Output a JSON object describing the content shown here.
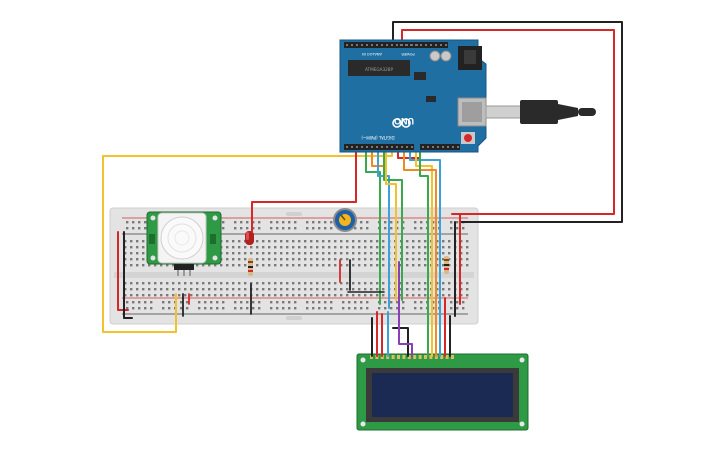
{
  "arduino": {
    "model": "UNO",
    "header_label": "DIGITAL (PWM~)",
    "power_label": "POWER",
    "analog_label": "ANALOG IN",
    "chip_text": "ATMEGA328P"
  },
  "colors": {
    "board_blue": "#1f6fa3",
    "breadboard": "#e3e3e3",
    "lcd_pcb": "#2f9a45",
    "lcd_screen": "#1b2a52",
    "pir_pcb": "#2f9a45",
    "wire_red": "#d62828",
    "wire_black": "#222222",
    "wire_yellow": "#f2c12e",
    "wire_orange": "#f08a24",
    "wire_green": "#3aa84c",
    "wire_blue": "#3aa2d6",
    "wire_purple": "#8a3fb8",
    "pot_blue": "#1d5fa8"
  },
  "icons": [
    "usb-connector-icon",
    "dc-jack-icon",
    "arduino-logo-icon",
    "reset-button-icon"
  ]
}
